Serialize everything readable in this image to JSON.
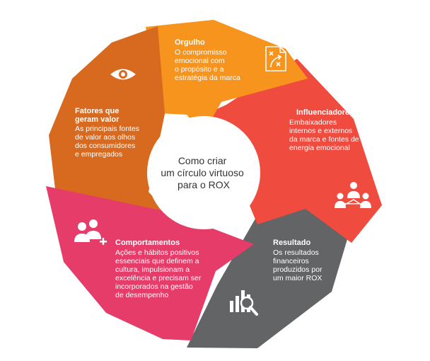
{
  "center": {
    "lines": [
      "Como criar",
      "um círculo virtuoso",
      "para o ROX"
    ]
  },
  "segments": [
    {
      "id": "orgulho",
      "color": "#f7941d",
      "icon": "strategy-board-icon",
      "title": "Orgulho",
      "lines": [
        "O compromisso",
        "emocional com",
        "o propósito e a",
        "estratégia da marca"
      ]
    },
    {
      "id": "influenciadores",
      "color": "#ef4b3f",
      "icon": "people-network-icon",
      "title": "Influenciadores",
      "lines": [
        "Embaixadores",
        "internos e externos",
        "da marca e fontes de",
        "energia emocional"
      ]
    },
    {
      "id": "resultado",
      "color": "#636466",
      "icon": "chart-magnifier-icon",
      "title": "Resultado",
      "lines": [
        "Os resultados",
        "financeiros",
        "produzidos por",
        "um maior ROX"
      ]
    },
    {
      "id": "comportamentos",
      "color": "#e53c6a",
      "icon": "add-user-group-icon",
      "title": "Comportamentos",
      "lines": [
        "Ações e hábitos positivos",
        "essenciais que definem a",
        "cultura, impulsionam a",
        "excelência e precisam ser",
        "incorporados na gestão",
        "de desempenho"
      ]
    },
    {
      "id": "fatores",
      "color": "#d86a1f",
      "icon": "eye-icon",
      "title_lines": [
        "Fatores que",
        "geram valor"
      ],
      "lines": [
        "As principais fontes",
        "de valor aos olhos",
        "dos consumidores",
        "e empregados"
      ]
    }
  ]
}
